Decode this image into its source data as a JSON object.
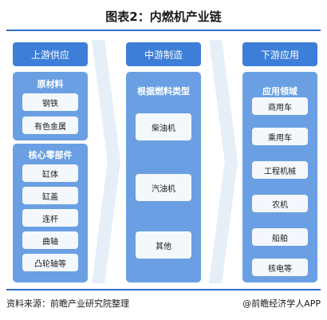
{
  "title": "图表2：内燃机产业链",
  "columns": {
    "upstream": {
      "header": "上游供应",
      "groups": [
        {
          "title": "原材料",
          "items": [
            "钢铁",
            "有色金属"
          ]
        },
        {
          "title": "核心零部件",
          "items": [
            "缸体",
            "缸盖",
            "连杆",
            "曲轴",
            "凸轮轴等"
          ]
        }
      ]
    },
    "midstream": {
      "header": "中游制造",
      "group_title": "根据燃料类型",
      "items": [
        "柴油机",
        "汽油机",
        "其他"
      ]
    },
    "downstream": {
      "header": "下游应用",
      "group_title": "应用领域",
      "items": [
        "商用车",
        "乘用车",
        "工程机械",
        "农机",
        "船舶",
        "核电等"
      ]
    }
  },
  "footer": {
    "source": "资料来源：前瞻产业研究院整理",
    "brand": "@前瞻经济学人APP"
  },
  "colors": {
    "accent": "#2e6fc5",
    "header": "#3d7fd8",
    "panel": "#6aa0e3",
    "item_bg": "#f4f7fb",
    "arrow": "#e6eef8"
  }
}
